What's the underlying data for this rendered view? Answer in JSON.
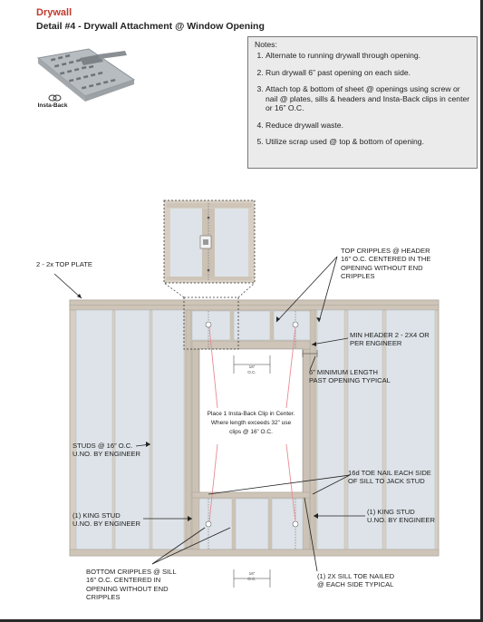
{
  "header": {
    "title": "Drywall",
    "subtitle": "Detail #4 - Drywall Attachment @ Window Opening"
  },
  "logo": {
    "brand": "Insta-Back"
  },
  "notes": {
    "heading": "Notes:",
    "items": [
      "Alternate to running drywall through opening.",
      "Run drywall 6” past opening on each side.",
      "Attach top & bottom of sheet @ openings using screw or nail @ plates, sills & headers and Insta-Back clips in center or 16” O.C.",
      "Reduce drywall waste.",
      "Utilize scrap used @ top & bottom of opening."
    ]
  },
  "labels": {
    "top_plate": "2 - 2x TOP PLATE",
    "top_cripples": [
      "TOP CRIPPLES @ HEADER",
      "16” O.C. CENTERED IN THE",
      "OPENING WITHOUT END",
      "CRIPPLES"
    ],
    "min_header": [
      "MIN HEADER 2 - 2X4 OR",
      "PER ENGINEER"
    ],
    "min_length": [
      "6” MINIMUM LENGTH",
      "PAST OPENING TYPICAL"
    ],
    "studs": [
      "STUDS @ 16” O.C.",
      "U.NO. BY ENGINEER"
    ],
    "toe_nail": [
      "16d TOE NAIL EACH SIDE",
      "OF SILL TO JACK STUD"
    ],
    "king_stud_left": [
      "(1) KING STUD",
      "U.NO. BY ENGINEER"
    ],
    "king_stud_right": [
      "(1) KING STUD",
      "U.NO. BY ENGINEER"
    ],
    "bottom_cripples": [
      "BOTTOM CRIPPLES @ SILL",
      "16” O.C. CENTERED IN",
      "OPENING WITHOUT END",
      "CRIPPLES"
    ],
    "sill": [
      "(1) 2X SILL TOE NAILED",
      "@ EACH SIDE TYPICAL"
    ],
    "clip_note": [
      "Place 1 Insta-Back Clip in Center.",
      "Where length exceeds 32” use",
      "clips @ 16” O.C."
    ],
    "dim_top": [
      "16”",
      "O.C."
    ],
    "dim_bottom": [
      "16”",
      "O.C."
    ]
  },
  "colors": {
    "title": "#c0392b",
    "drywall": "#dde3e8",
    "framing": "#d7cfc3",
    "leader": "#222222",
    "clip_line": "#e88a94"
  }
}
